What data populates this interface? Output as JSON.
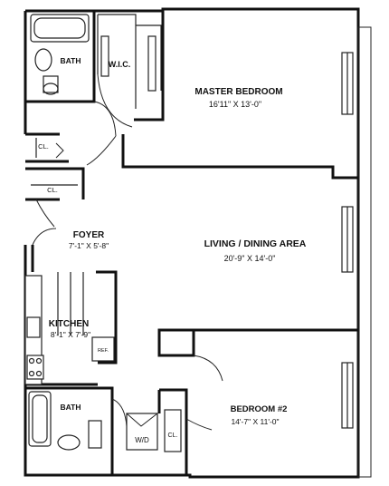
{
  "rooms": {
    "master_bedroom": {
      "name": "MASTER BEDROOM",
      "dims": "16'11\" X 13'-0\""
    },
    "living_dining": {
      "name": "LIVING / DINING AREA",
      "dims": "20'-9\" X 14'-0\""
    },
    "foyer": {
      "name": "FOYER",
      "dims": "7'-1\" X 5'-8\""
    },
    "kitchen": {
      "name": "KITCHEN",
      "dims": "8'-1\" X 7'-9\""
    },
    "bedroom2": {
      "name": "BEDROOM #2",
      "dims": "14'-7\" X 11'-0\""
    },
    "bath_top": {
      "name": "BATH"
    },
    "bath_bottom": {
      "name": "BATH"
    },
    "wic": {
      "name": "W.I.C."
    },
    "closet_a": {
      "name": "CL."
    },
    "closet_b": {
      "name": "CL."
    },
    "closet_c": {
      "name": "CL."
    },
    "washer_dryer": {
      "name": "W/D"
    },
    "refrigerator": {
      "name": "REF."
    }
  }
}
